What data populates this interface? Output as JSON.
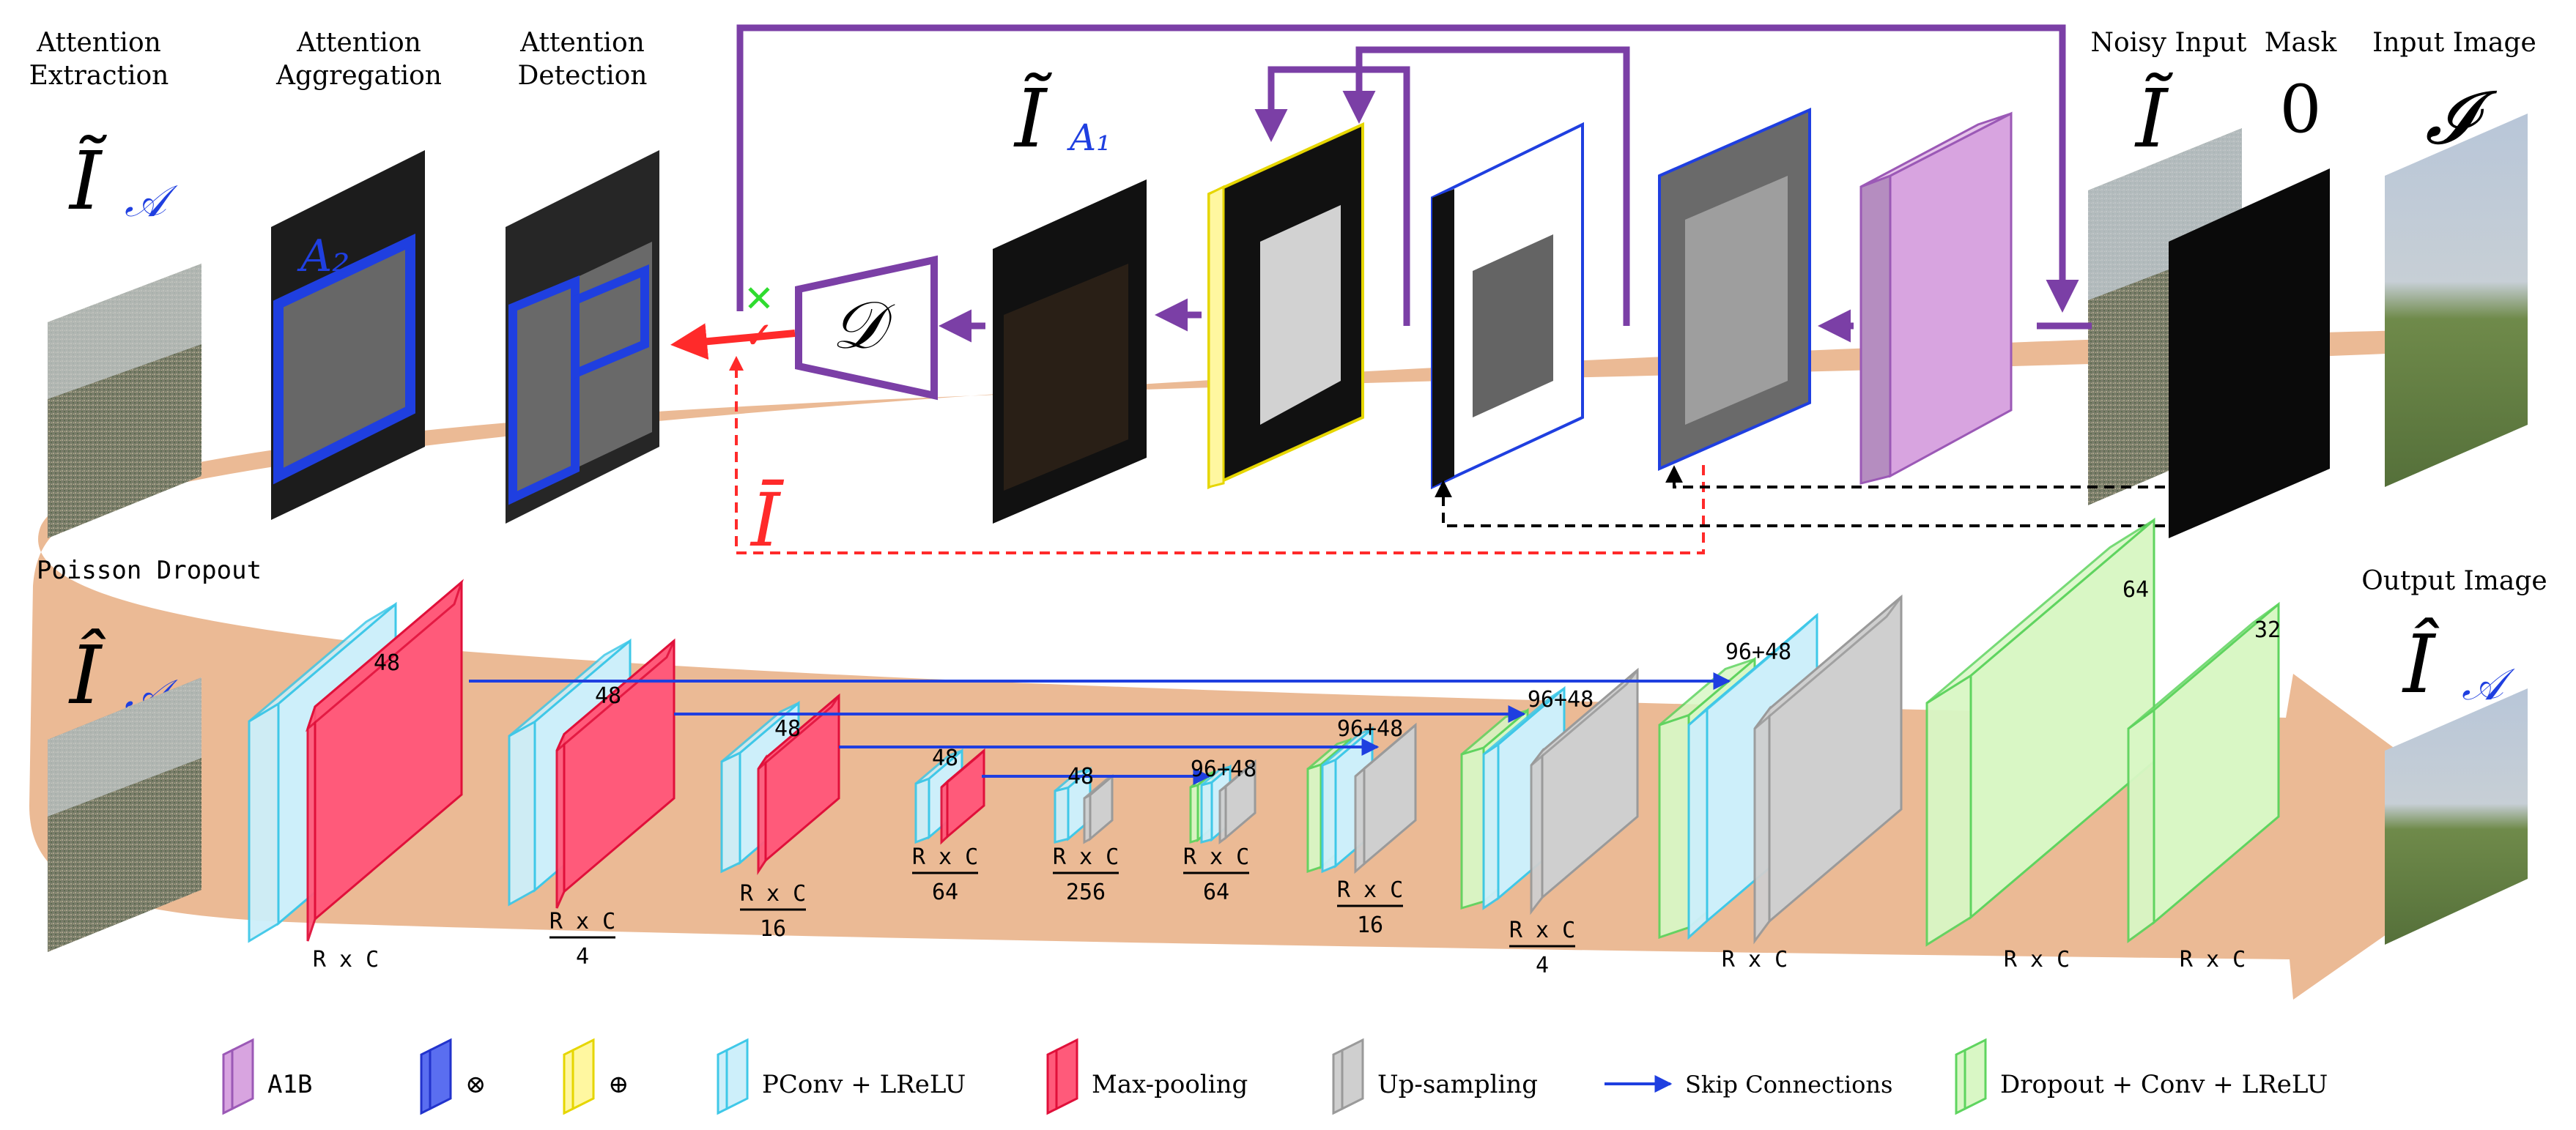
{
  "top_labels": {
    "attention_extraction": [
      "Attention",
      "Extraction"
    ],
    "attention_aggregation": [
      "Attention",
      "Aggregation"
    ],
    "attention_detection": [
      "Attention",
      "Detection"
    ],
    "noisy_input": "Noisy Input",
    "mask": "Mask",
    "input_image": "Input Image",
    "output_image": "Output Image",
    "poisson_dropout": "Poisson Dropout"
  },
  "symbols": {
    "I_tilde_A": "Ĩ",
    "I_tilde_A_sub": "𝒜",
    "I_tilde_A1": "Ĩ",
    "I_tilde_A1_sub": "A₁",
    "noisy_I": "Ĩ",
    "mask_value": "0",
    "input_I": "𝓘",
    "I_hat_A": "Î",
    "I_hat_A_sub": "𝒜",
    "output_I": "Î",
    "output_I_sub": "𝒜",
    "I_bar": "Ī",
    "discriminator": "𝒟",
    "A2": "A₂",
    "cross_mark": "✕",
    "check_mark": "✓"
  },
  "encoder": {
    "channels": [
      "48",
      "48",
      "48",
      "48",
      "48"
    ],
    "dims": [
      {
        "num": "R x C",
        "den": ""
      },
      {
        "num": "R x C",
        "den": "4"
      },
      {
        "num": "R x C",
        "den": "16"
      },
      {
        "num": "R x C",
        "den": "64"
      },
      {
        "num": "R x C",
        "den": "256"
      }
    ]
  },
  "decoder": {
    "channels": [
      "96+48",
      "96+48",
      "96+48",
      "96+48",
      "64",
      "32"
    ],
    "dims": [
      {
        "num": "R x C",
        "den": "64"
      },
      {
        "num": "R x C",
        "den": "16"
      },
      {
        "num": "R x C",
        "den": "4"
      },
      {
        "num": "R x C",
        "den": ""
      },
      {
        "num": "R x C",
        "den": ""
      },
      {
        "num": "R x C",
        "den": ""
      }
    ]
  },
  "legend": [
    {
      "icon": "purple-block-icon",
      "label": "A1B",
      "color": "#d8a4e0",
      "edge": "#9b59b6"
    },
    {
      "icon": "blue-block-icon",
      "label": "⊗",
      "color": "#5a6ef0",
      "edge": "#2233cc"
    },
    {
      "icon": "yellow-block-icon",
      "label": "⊕",
      "color": "#fff7a0",
      "edge": "#e6d600"
    },
    {
      "icon": "cyan-block-icon",
      "label": "PConv + LReLU",
      "color": "#cdeffa",
      "edge": "#3fc8e8"
    },
    {
      "icon": "red-block-icon",
      "label": "Max-pooling",
      "color": "#ff5a7a",
      "edge": "#e0103a"
    },
    {
      "icon": "gray-block-icon",
      "label": "Up-sampling",
      "color": "#cfcfcf",
      "edge": "#9a9a9a"
    },
    {
      "icon": "arrow-icon",
      "label": "Skip Connections",
      "color": "#1f3fe0",
      "edge": "#1f3fe0"
    },
    {
      "icon": "green-block-icon",
      "label": "Dropout + Conv + LReLU",
      "color": "#d9f7c5",
      "edge": "#5fd45f"
    }
  ],
  "colors": {
    "band": "#e9b48c",
    "purple_arrow": "#7b3fa6",
    "red_dashed": "#ff2a2a",
    "skip_blue": "#1f3fe0",
    "cyan_block": "#cdeffa",
    "red_block": "#ff5a7a",
    "gray_block": "#cfcfcf",
    "green_block": "#d9f7c5"
  }
}
